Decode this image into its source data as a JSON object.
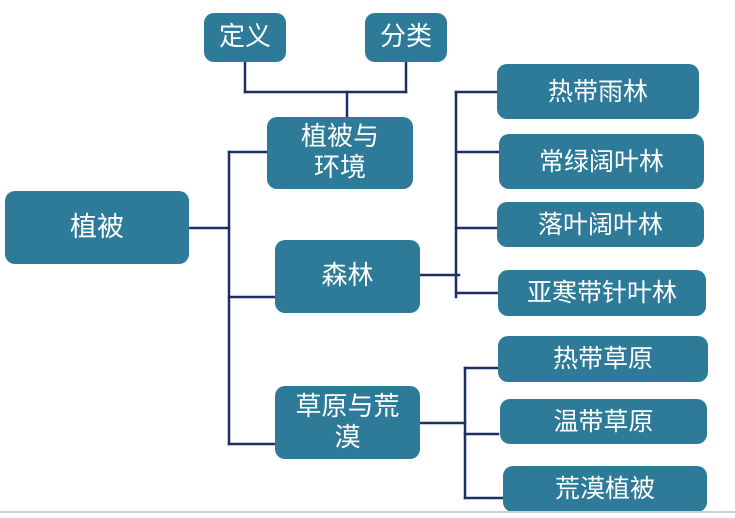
{
  "diagram": {
    "root": "植被",
    "branches": [
      {
        "label": "植被与\n环境",
        "children": [
          "定义",
          "分类"
        ]
      },
      {
        "label": "森林",
        "children": [
          "热带雨林",
          "常绿阔叶林",
          "落叶阔叶林",
          "亚寒带针叶林"
        ]
      },
      {
        "label": "草原与荒\n漠",
        "children": [
          "热带草原",
          "温带草原",
          "荒漠植被"
        ]
      }
    ],
    "colors": {
      "node_fill": "#2d7b99",
      "connector": "#1f2f63",
      "text": "#ffffff"
    }
  }
}
